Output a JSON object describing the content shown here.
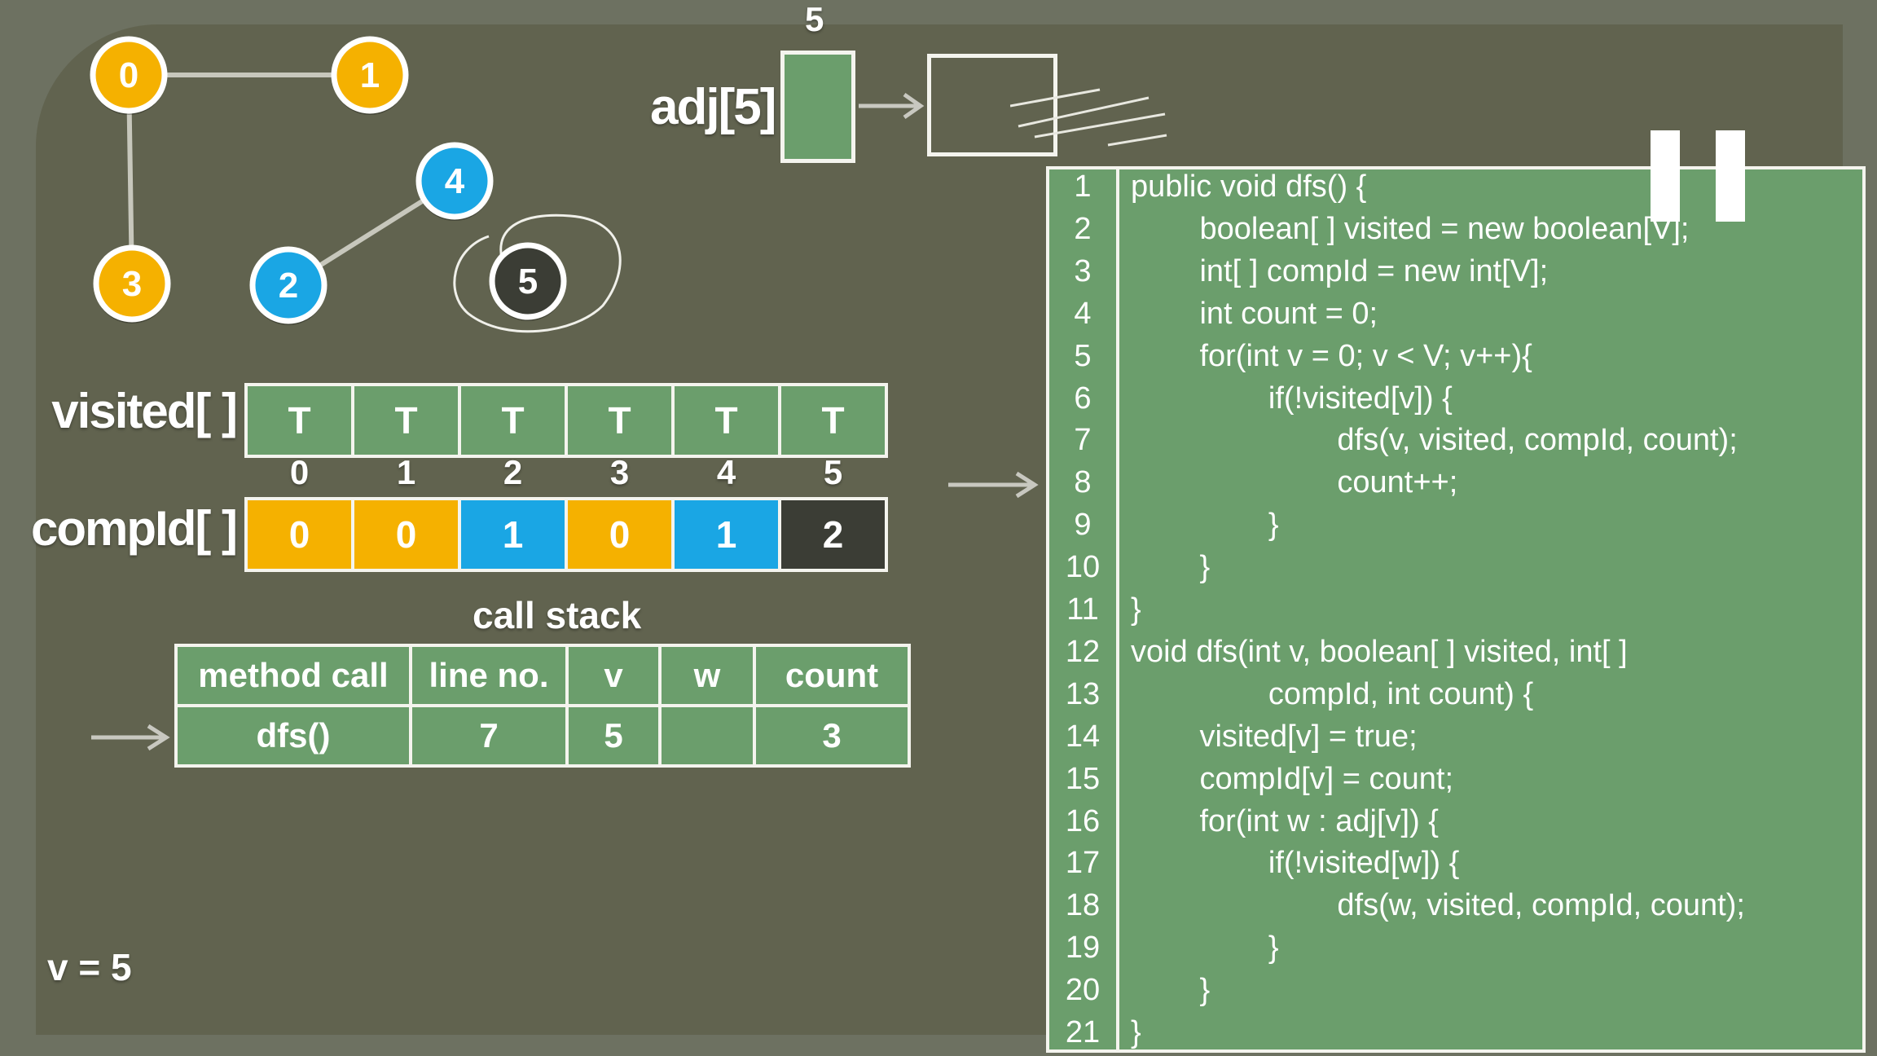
{
  "graph": {
    "nodes": [
      {
        "id": "0",
        "color": "#f5b100"
      },
      {
        "id": "1",
        "color": "#f5b100"
      },
      {
        "id": "2",
        "color": "#1aa6e4"
      },
      {
        "id": "3",
        "color": "#f5b100"
      },
      {
        "id": "4",
        "color": "#1aa6e4"
      },
      {
        "id": "5",
        "color": "#3b3d35"
      }
    ],
    "edges": [
      [
        "0",
        "1"
      ],
      [
        "0",
        "3"
      ],
      [
        "2",
        "4"
      ]
    ]
  },
  "adj": {
    "label": "adj[5]",
    "index": "5"
  },
  "visited": {
    "label": "visited[ ]",
    "values": [
      "T",
      "T",
      "T",
      "T",
      "T",
      "T"
    ],
    "indices": [
      "0",
      "1",
      "2",
      "3",
      "4",
      "5"
    ]
  },
  "compId": {
    "label": "compId[ ]",
    "values": [
      "0",
      "0",
      "1",
      "0",
      "1",
      "2"
    ],
    "colors": [
      "#f5b100",
      "#f5b100",
      "#1aa6e4",
      "#f5b100",
      "#1aa6e4",
      "#3b3d35"
    ]
  },
  "call_stack": {
    "title": "call stack",
    "headers": [
      "method call",
      "line no.",
      "v",
      "w",
      "count"
    ],
    "row": [
      "dfs()",
      "7",
      "5",
      "",
      "3"
    ]
  },
  "v_label": "v = 5",
  "code": {
    "lines": [
      "public void dfs() {",
      "        boolean[ ] visited = new boolean[V];",
      "        int[ ] compId = new int[V];",
      "        int count = 0;",
      "        for(int v = 0; v < V; v++){",
      "                if(!visited[v]) {",
      "                        dfs(v, visited, compId, count);",
      "                        count++;",
      "                }",
      "        }",
      "}",
      "void dfs(int v, boolean[ ] visited, int[ ]",
      "                compId, int count) {",
      "        visited[v] = true;",
      "        compId[v] = count;",
      "        for(int w : adj[v]) {",
      "                if(!visited[w]) {",
      "                        dfs(w, visited, compId, count);",
      "                }",
      "        }",
      "}"
    ]
  },
  "colors": {
    "accent_green": "#6b9e6c",
    "orange": "#f5b100",
    "blue": "#1aa6e4",
    "dark": "#3b3d35"
  }
}
